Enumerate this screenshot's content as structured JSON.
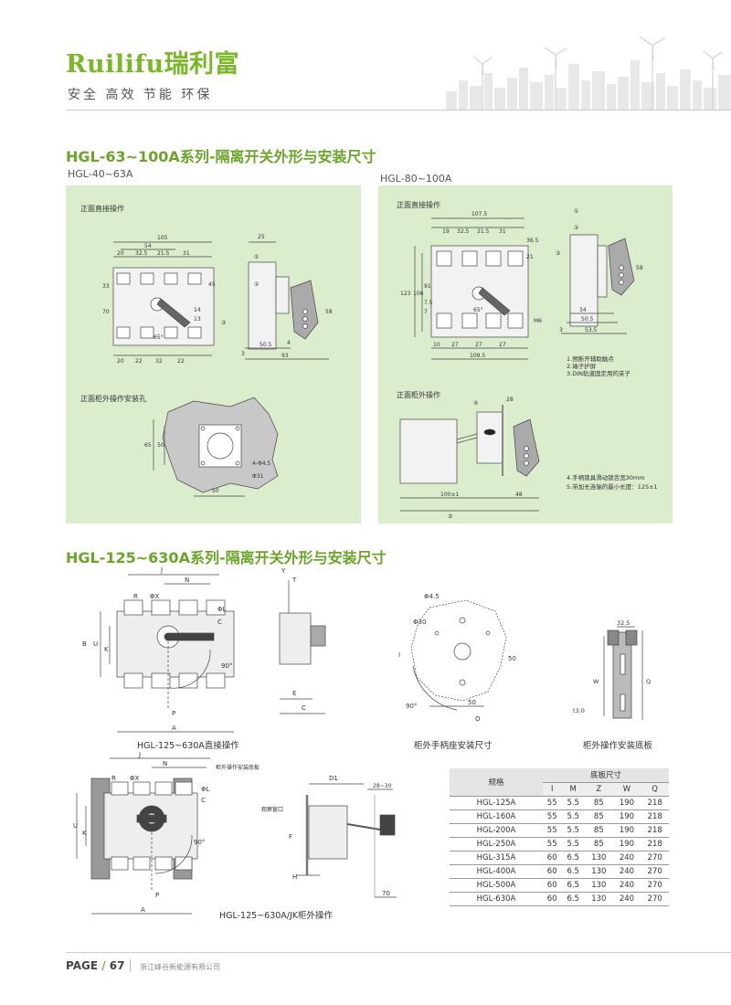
{
  "header": {
    "brand": "Ruilifu瑞利富",
    "slogan": "安全 高效 节能 环保"
  },
  "section1": {
    "title": "HGL-63~100A系列-隔离开关外形与安装尺寸",
    "left": {
      "model": "HGL-40~63A",
      "front_direct": "正面直接操作",
      "front_cabinet_hole": "正面柜外操作安装孔",
      "dims_top": [
        "105",
        "54",
        "20",
        "32.5",
        "21.5",
        "31"
      ],
      "dims_side": [
        "25"
      ],
      "dims_bottom": [
        "20",
        "22",
        "32",
        "22",
        "50.5",
        "93"
      ],
      "dims_misc": [
        "45",
        "70",
        "33",
        "14",
        "13",
        "58",
        "4",
        "3",
        "65°",
        "4-Φ4.5",
        "Φ31",
        "65",
        "50",
        "50"
      ],
      "circles": [
        "①",
        "②",
        "③"
      ]
    },
    "right": {
      "model": "HGL-80~100A",
      "front_direct": "正面直接操作",
      "front_cabinet": "正面柜外操作",
      "dims_top": [
        "107.5",
        "19",
        "32.5",
        "21.5",
        "31",
        "36.5",
        "21"
      ],
      "dims_left": [
        "123",
        "106",
        "91",
        "7.5",
        "7"
      ],
      "dims_bottom": [
        "10",
        "27",
        "27",
        "27",
        "109.5"
      ],
      "dims_side": [
        "34",
        "50.5",
        "53.5",
        "58",
        "3"
      ],
      "dims_misc": [
        "65°",
        "M6",
        "28",
        "100±1",
        "48"
      ],
      "circles": [
        "①",
        "②",
        "③",
        "④",
        "⑤"
      ],
      "notes": [
        "1.预断开辅助触点",
        "2.端子护屏",
        "3.DIN轨道固定用的夹子",
        "4.手柄锁具滑动锁舌宽30mm",
        "5.带加长连轴的最小长度：125±1"
      ]
    }
  },
  "section2": {
    "title": "HGL-125~630A系列-隔离开关外形与安装尺寸",
    "diagram_direct_caption": "HGL-125~630A直接操作",
    "diagram_handle_caption": "柜外手柄座安装尺寸",
    "diagram_baseplate_caption": "柜外操作安装底板",
    "diagram_jk_caption": "HGL-125~630A/JK柜外操作",
    "labels_direct": [
      "J",
      "N",
      "R",
      "ΦX",
      "ΦL",
      "C",
      "B",
      "U",
      "K",
      "90°",
      "P",
      "A",
      "Y",
      "T",
      "E",
      "C"
    ],
    "labels_handle": [
      "Φ4.5",
      "Φ30",
      "I",
      "50",
      "50",
      "90°",
      "O"
    ],
    "labels_baseplate": [
      "32.5",
      "W",
      "Q",
      "t3.0"
    ],
    "labels_jk": [
      "J",
      "N",
      "柜外操作安装底板",
      "R",
      "ΦX",
      "ΦL",
      "C",
      "U",
      "K",
      "90°",
      "P",
      "A",
      "D1",
      "28~30",
      "观察窗口",
      "F",
      "H",
      "70"
    ]
  },
  "spec_table": {
    "model_header": "规格",
    "group_header": "底板尺寸",
    "columns": [
      "I",
      "M",
      "Z",
      "W",
      "Q"
    ],
    "rows": [
      {
        "model": "HGL-125A",
        "values": [
          "55",
          "5.5",
          "85",
          "190",
          "218"
        ]
      },
      {
        "model": "HGL-160A",
        "values": [
          "55",
          "5.5",
          "85",
          "190",
          "218"
        ]
      },
      {
        "model": "HGL-200A",
        "values": [
          "55",
          "5.5",
          "85",
          "190",
          "218"
        ]
      },
      {
        "model": "HGL-250A",
        "values": [
          "55",
          "5.5",
          "85",
          "190",
          "218"
        ]
      },
      {
        "model": "HGL-315A",
        "values": [
          "60",
          "6.5",
          "130",
          "240",
          "270"
        ]
      },
      {
        "model": "HGL-400A",
        "values": [
          "60",
          "6.5",
          "130",
          "240",
          "270"
        ]
      },
      {
        "model": "HGL-500A",
        "values": [
          "60",
          "6.5",
          "130",
          "240",
          "270"
        ]
      },
      {
        "model": "HGL-630A",
        "values": [
          "60",
          "6.5",
          "130",
          "240",
          "270"
        ]
      }
    ]
  },
  "footer": {
    "page_label": "PAGE",
    "page_sep": "/",
    "page_number": "67",
    "company": "浙江峰谷新能源有限公司"
  },
  "colors": {
    "brand_green": "#7ab829",
    "title_green": "#6aa52a",
    "panel_green": "#dcedcd"
  }
}
